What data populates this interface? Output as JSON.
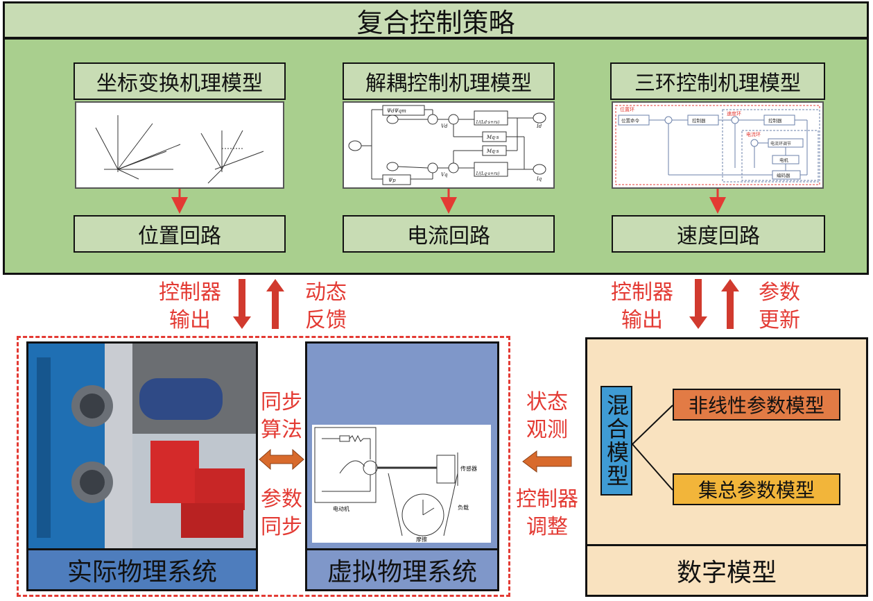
{
  "title": "复合控制策略",
  "models": [
    {
      "title": "坐标变换机理模型",
      "loop": "位置回路"
    },
    {
      "title": "解耦控制机理模型",
      "loop": "电流回路"
    },
    {
      "title": "三环控制机理模型",
      "loop": "速度回路"
    }
  ],
  "decoupling_labels": {
    "psi_top": "ΨdΨqm",
    "psi_bottom": "Ψp",
    "tf1": "1/(Ld·s+rs)",
    "tf2": "1/(Lq·s+rs)",
    "cross1": "Mq·s",
    "cross2": "Mq·s",
    "vd": "Vd",
    "vq": "Vq",
    "id": "Id",
    "iq": "Iq"
  },
  "three_loop_labels": {
    "position_loop": "位置环",
    "speed_loop": "速度环",
    "current_loop": "电流环",
    "position_cmd": "位置命令",
    "controller": "控制器",
    "current_ctrl": "电流环调节",
    "motor": "电机",
    "encoder": "编码器"
  },
  "virtual_diagram_labels": {
    "motor": "电动机",
    "load": "负载",
    "friction": "摩擦",
    "sensor": "传感器"
  },
  "left_arrows": {
    "down_label_1": "控制器",
    "down_label_2": "输出",
    "up_label_1": "动态",
    "up_label_2": "反馈"
  },
  "right_arrows": {
    "down_label_1": "控制器",
    "down_label_2": "输出",
    "up_label_1": "参数",
    "up_label_2": "更新"
  },
  "sync": {
    "top_1": "同步",
    "top_2": "算法",
    "bottom_1": "参数",
    "bottom_2": "同步"
  },
  "observe": {
    "top_1": "状态",
    "top_2": "观测",
    "bottom_1": "控制器",
    "bottom_2": "调整"
  },
  "physical_label": "实际物理系统",
  "virtual_label": "虚拟物理系统",
  "digital": {
    "label": "数字模型",
    "mixed": "混合模型",
    "nonlinear": "非线性参数模型",
    "lumped": "集总参数模型"
  },
  "colors": {
    "panel_green": "#a9cf8e",
    "label_green": "#c8dcb4",
    "accent_red": "#e33a33",
    "arrow_orange": "#d86a2c",
    "blue": "#4e7dbd",
    "virtual_blue": "#7f97c9",
    "beige": "#f9e2bf",
    "nonlinear": "#e27b45",
    "lumped": "#f2b53a",
    "mixed": "#3f9bd4"
  }
}
